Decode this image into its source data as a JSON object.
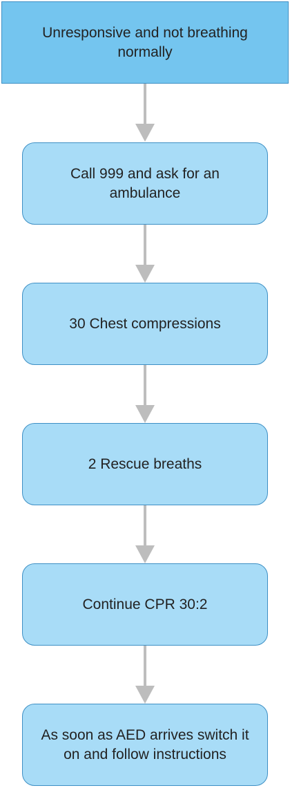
{
  "flowchart": {
    "title": "Unresponsive and not breathing normally",
    "steps": [
      {
        "label": "Call 999 and ask for an ambulance"
      },
      {
        "label": "30 Chest compressions"
      },
      {
        "label": "2 Rescue breaths"
      },
      {
        "label": "Continue CPR 30:2"
      },
      {
        "label": "As soon as AED arrives switch it on and follow instructions"
      }
    ]
  },
  "colors": {
    "title_fill": "#74c5ef",
    "step_fill": "#a8dcf7",
    "border": "#3d8fc4",
    "arrow": "#bdbdbd"
  }
}
